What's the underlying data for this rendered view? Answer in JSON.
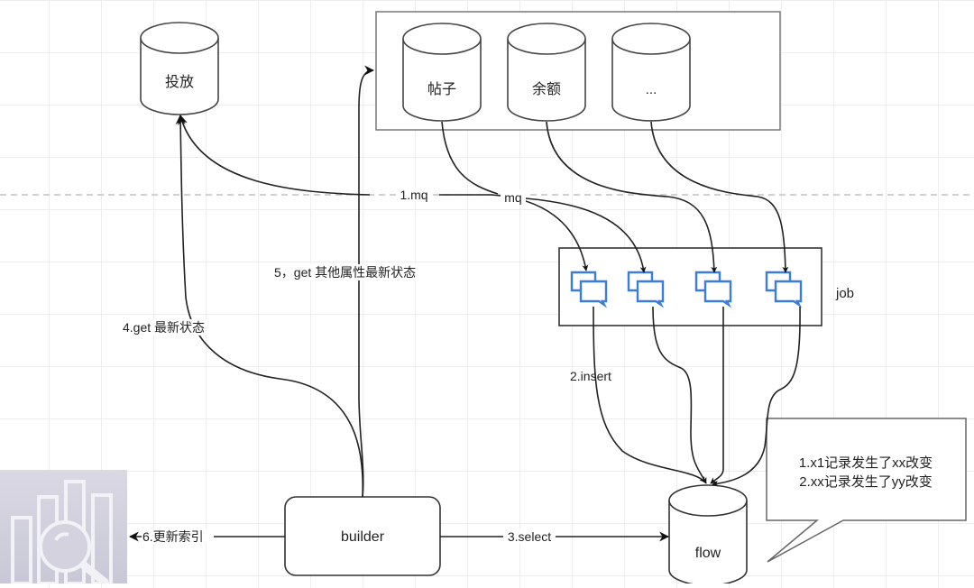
{
  "nodes": {
    "toufang": {
      "label": "投放"
    },
    "tiezi": {
      "label": "帖子"
    },
    "yue": {
      "label": "余额"
    },
    "more": {
      "label": "..."
    },
    "job": {
      "label": "job"
    },
    "builder": {
      "label": "builder"
    },
    "flow": {
      "label": "flow"
    }
  },
  "edges": {
    "mq1": {
      "label": "1.mq"
    },
    "mq": {
      "label": "mq"
    },
    "insert": {
      "label": "2.insert"
    },
    "select": {
      "label": "3.select"
    },
    "get_latest": {
      "label": "4.get 最新状态"
    },
    "get_other": {
      "label": "5，get 其他属性最新状态"
    },
    "update_index": {
      "label": "6.更新索引"
    }
  },
  "callout": {
    "lines": [
      "1.x1记录发生了xx改变",
      "2.xx记录发生了yy改变"
    ]
  },
  "icons": {
    "queue": "chat-bubbles-icon",
    "watermark": "search-chart-icon"
  },
  "colors": {
    "stroke": "#222222",
    "container_stroke": "#666666",
    "queue_icon": "#3b7ddd",
    "dashed_divider": "#b8b8b8"
  }
}
